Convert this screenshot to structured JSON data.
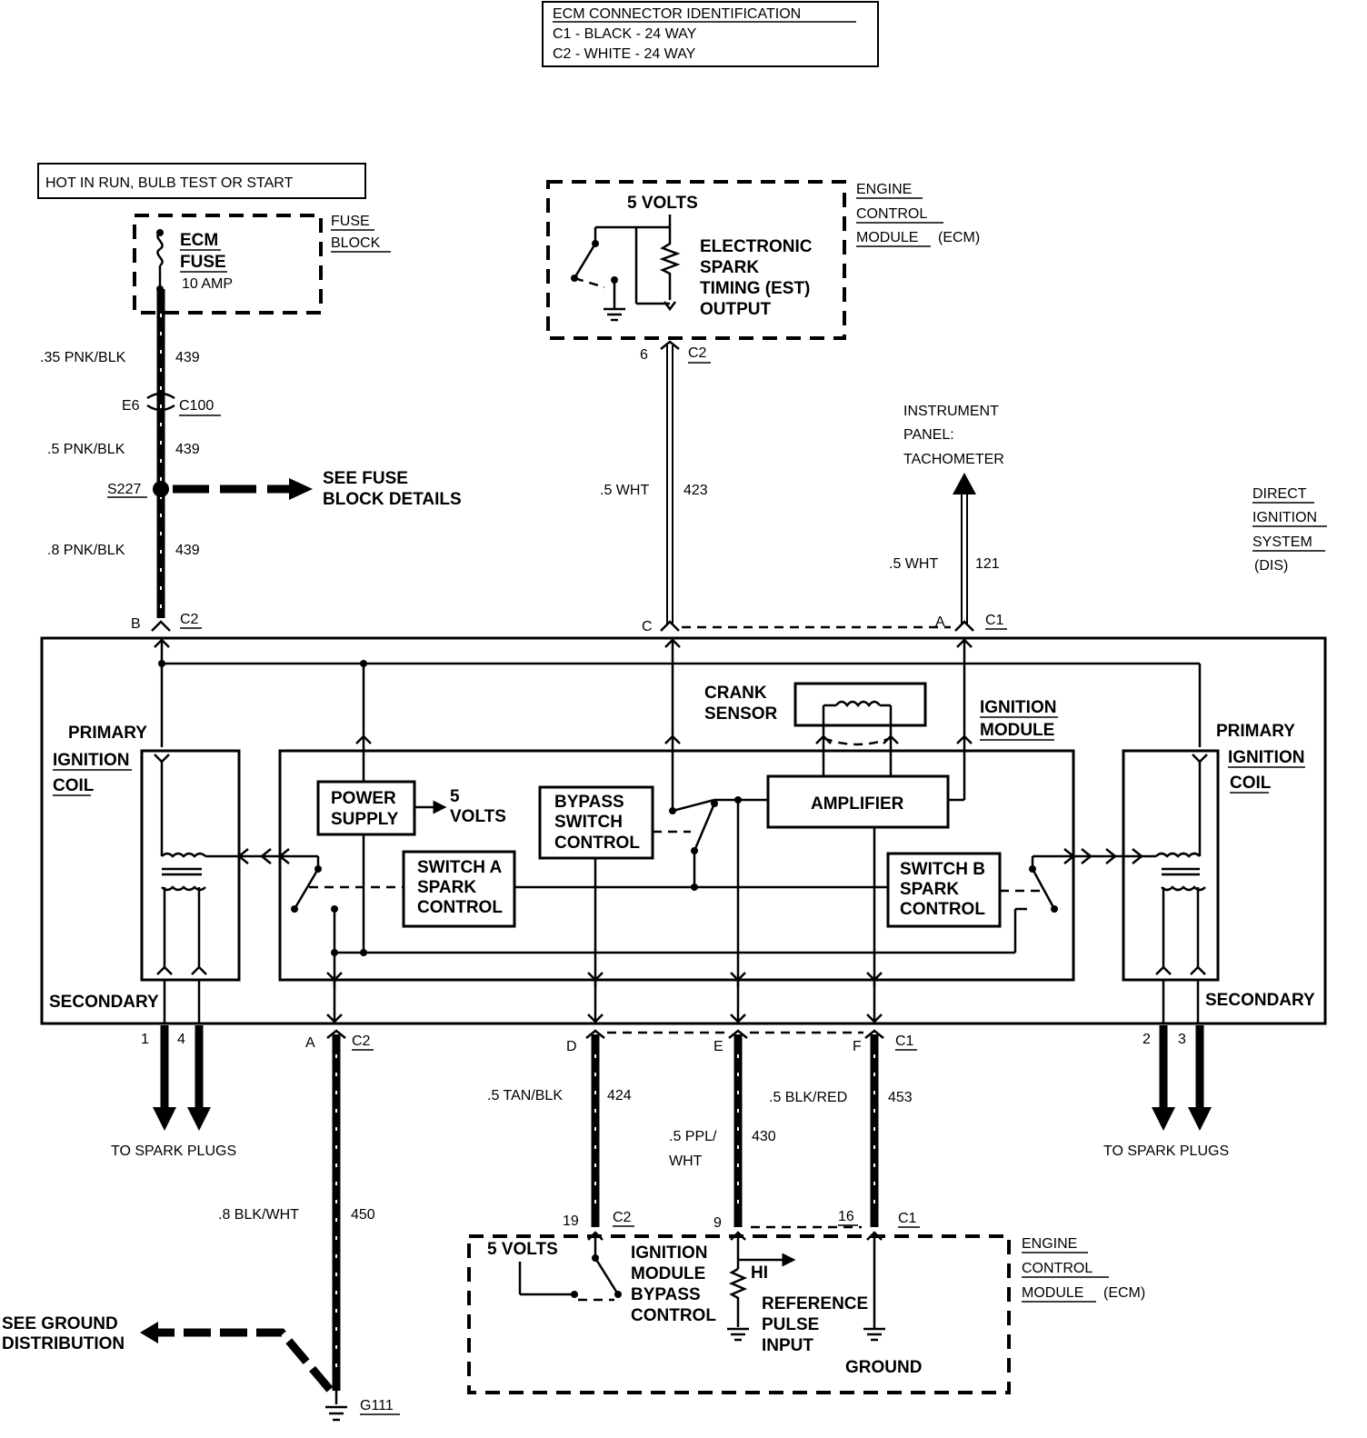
{
  "connector_id": {
    "title": "ECM CONNECTOR IDENTIFICATION",
    "c1": "C1 - BLACK - 24 WAY",
    "c2": "C2 - WHITE - 24 WAY"
  },
  "hot_box": "HOT IN RUN, BULB TEST OR START",
  "fuse_block": {
    "line1": "FUSE",
    "line2": "BLOCK",
    "ecm": "ECM",
    "fuse": "FUSE",
    "amp": "10 AMP"
  },
  "feed_wire": {
    "w1_label": ".35 PNK/BLK",
    "w1_circuit": "439",
    "conn_pin": "E6",
    "conn_id": "C100",
    "w2_label": ".5 PNK/BLK",
    "w2_circuit": "439",
    "splice": "S227",
    "see_fuse_1": "SEE FUSE",
    "see_fuse_2": "BLOCK DETAILS",
    "w3_label": ".8 PNK/BLK",
    "w3_circuit": "439",
    "pin": "B",
    "conn": "C2"
  },
  "ecm_top": {
    "volts": "5 VOLTS",
    "est_1": "ELECTRONIC",
    "est_2": "SPARK",
    "est_3": "TIMING (EST)",
    "est_4": "OUTPUT",
    "mod_1": "ENGINE",
    "mod_2": "CONTROL",
    "mod_3": "MODULE",
    "mod_4": "(ECM)",
    "pin": "6",
    "conn": "C2"
  },
  "est_wire": {
    "label": ".5 WHT",
    "circuit": "423",
    "pin": "C"
  },
  "tach": {
    "line1": "INSTRUMENT",
    "line2": "PANEL:",
    "line3": "TACHOMETER",
    "wire_label": ".5 WHT",
    "circuit": "121",
    "pin": "A",
    "conn": "C1"
  },
  "dis": {
    "line1": "DIRECT",
    "line2": "IGNITION",
    "line3": "SYSTEM",
    "line4": "(DIS)"
  },
  "module": {
    "crank_1": "CRANK",
    "crank_2": "SENSOR",
    "ign_mod_1": "IGNITION",
    "ign_mod_2": "MODULE",
    "power_1": "POWER",
    "power_2": "SUPPLY",
    "five": "5",
    "volts": "VOLTS",
    "bypass_1": "BYPASS",
    "bypass_2": "SWITCH",
    "bypass_3": "CONTROL",
    "amplifier": "AMPLIFIER",
    "swa_1": "SWITCH A",
    "swa_2": "SPARK",
    "swa_3": "CONTROL",
    "swb_1": "SWITCH B",
    "swb_2": "SPARK",
    "swb_3": "CONTROL"
  },
  "coil_left": {
    "primary": "PRIMARY",
    "ignition": "IGNITION",
    "coil": "COIL",
    "secondary": "SECONDARY"
  },
  "coil_right": {
    "primary": "PRIMARY",
    "ignition": "IGNITION",
    "coil": "COIL",
    "secondary": "SECONDARY"
  },
  "plugs_left": {
    "pin1": "1",
    "pin2": "4",
    "label": "TO SPARK PLUGS"
  },
  "plugs_right": {
    "pin1": "2",
    "pin2": "3",
    "label": "TO SPARK PLUGS"
  },
  "ground_wire": {
    "pin": "A",
    "conn": "C2",
    "label": ".8 BLK/WHT",
    "circuit": "450",
    "see_1": "SEE GROUND",
    "see_2": "DISTRIBUTION",
    "ground_id": "G111"
  },
  "bypass_wire": {
    "pin": "D",
    "label": ".5 TAN/BLK",
    "circuit": "424",
    "ecm_pin": "19",
    "ecm_conn": "C2"
  },
  "ref_wire": {
    "pin": "E",
    "label_1": ".5 PPL/",
    "label_2": "WHT",
    "circuit": "430",
    "ecm_pin": "9"
  },
  "gnd_wire": {
    "pin": "F",
    "conn": "C1",
    "label": ".5 BLK/RED",
    "circuit": "453",
    "ecm_pin": "16",
    "ecm_conn": "C1"
  },
  "ecm_bottom": {
    "volts": "5 VOLTS",
    "bypass_1": "IGNITION",
    "bypass_2": "MODULE",
    "bypass_3": "BYPASS",
    "bypass_4": "CONTROL",
    "hi": "HI",
    "ref_1": "REFERENCE",
    "ref_2": "PULSE",
    "ref_3": "INPUT",
    "ground": "GROUND",
    "mod_1": "ENGINE",
    "mod_2": "CONTROL",
    "mod_3": "MODULE",
    "mod_4": "(ECM)"
  }
}
